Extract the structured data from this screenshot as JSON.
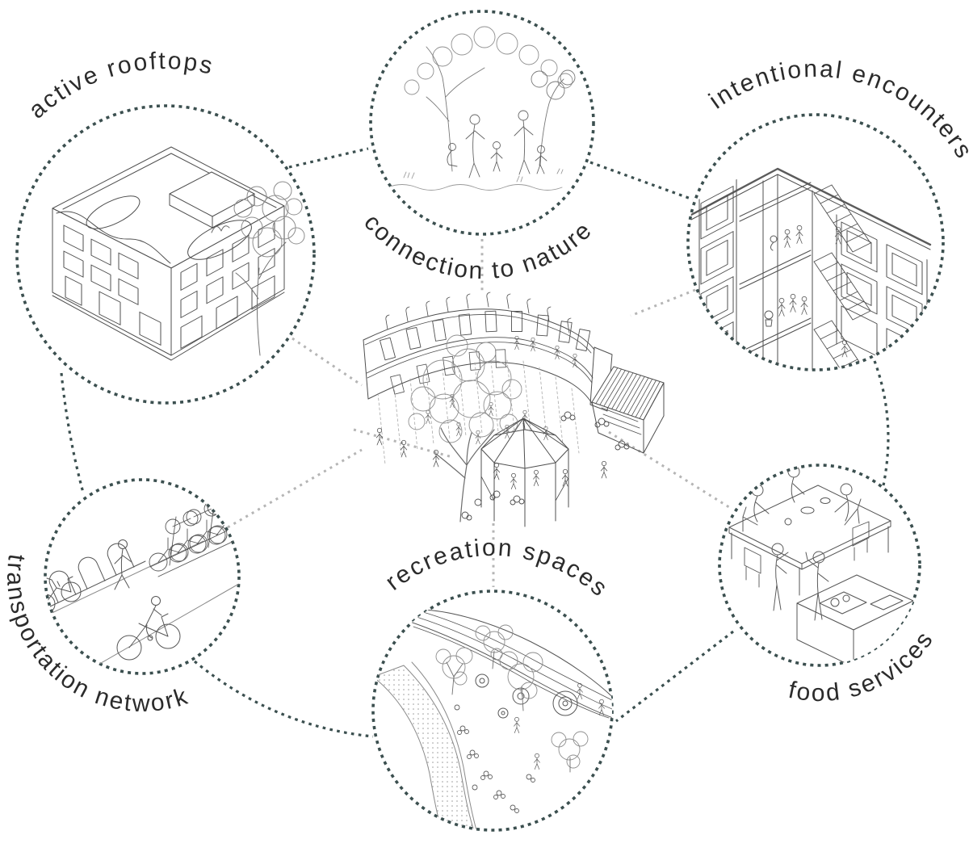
{
  "diagram": {
    "type": "concept-diagram",
    "center": {
      "name": "courtyard-illustration"
    },
    "nodes": [
      {
        "id": "active-rooftops",
        "label": "active rooftops",
        "position": "top-left"
      },
      {
        "id": "connection-to-nature",
        "label": "connection to nature",
        "position": "top-center"
      },
      {
        "id": "intentional-encounters",
        "label": "intentional encounters",
        "position": "top-right"
      },
      {
        "id": "transportation-network",
        "label": "transportation network",
        "position": "bottom-left"
      },
      {
        "id": "recreation-spaces",
        "label": "recreation spaces",
        "position": "bottom-center"
      },
      {
        "id": "food-services",
        "label": "food services",
        "position": "bottom-right"
      }
    ],
    "colors": {
      "background": "#ffffff",
      "circle_dash": "#3b4f4f",
      "connector_dark": "#3b4f4f",
      "connector_light": "#b5b5b5",
      "label_text": "#2b2b2b",
      "line_art": "#4f4f4f",
      "line_art_light": "#8f8f8f"
    }
  }
}
